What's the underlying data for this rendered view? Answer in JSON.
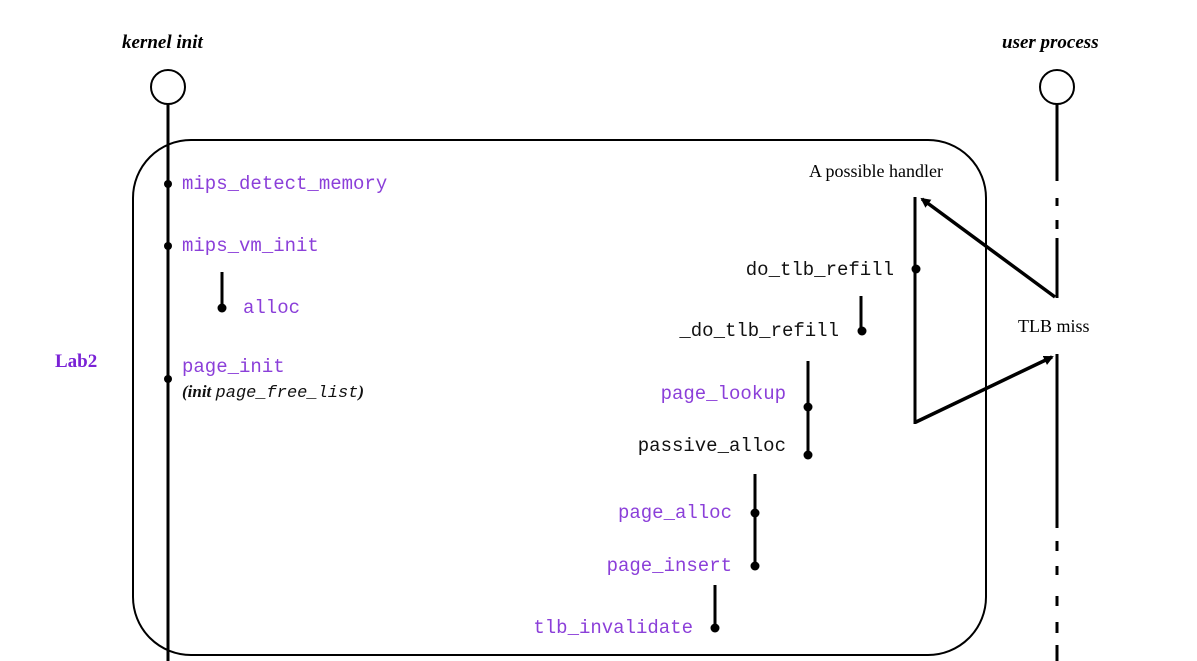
{
  "lifelines": {
    "kernel": "kernel init",
    "user": "user process"
  },
  "region_label": "Lab2",
  "kernel_calls": {
    "detect_memory": "mips_detect_memory",
    "vm_init": "mips_vm_init",
    "alloc": "alloc",
    "page_init": "page_init",
    "page_init_note": {
      "prefix": "(init ",
      "code": "page_free_list",
      "suffix": ")"
    }
  },
  "handler": {
    "title": "A possible handler",
    "do_tlb_refill": "do_tlb_refill",
    "_do_tlb_refill": "_do_tlb_refill",
    "page_lookup": "page_lookup",
    "passive_alloc": "passive_alloc",
    "page_alloc": "page_alloc",
    "page_insert": "page_insert",
    "tlb_invalidate": "tlb_invalidate"
  },
  "event": "TLB miss",
  "colors": {
    "purple_text": "#8b3fd9",
    "lab_label": "#7a22d6",
    "black_text": "#111111"
  }
}
